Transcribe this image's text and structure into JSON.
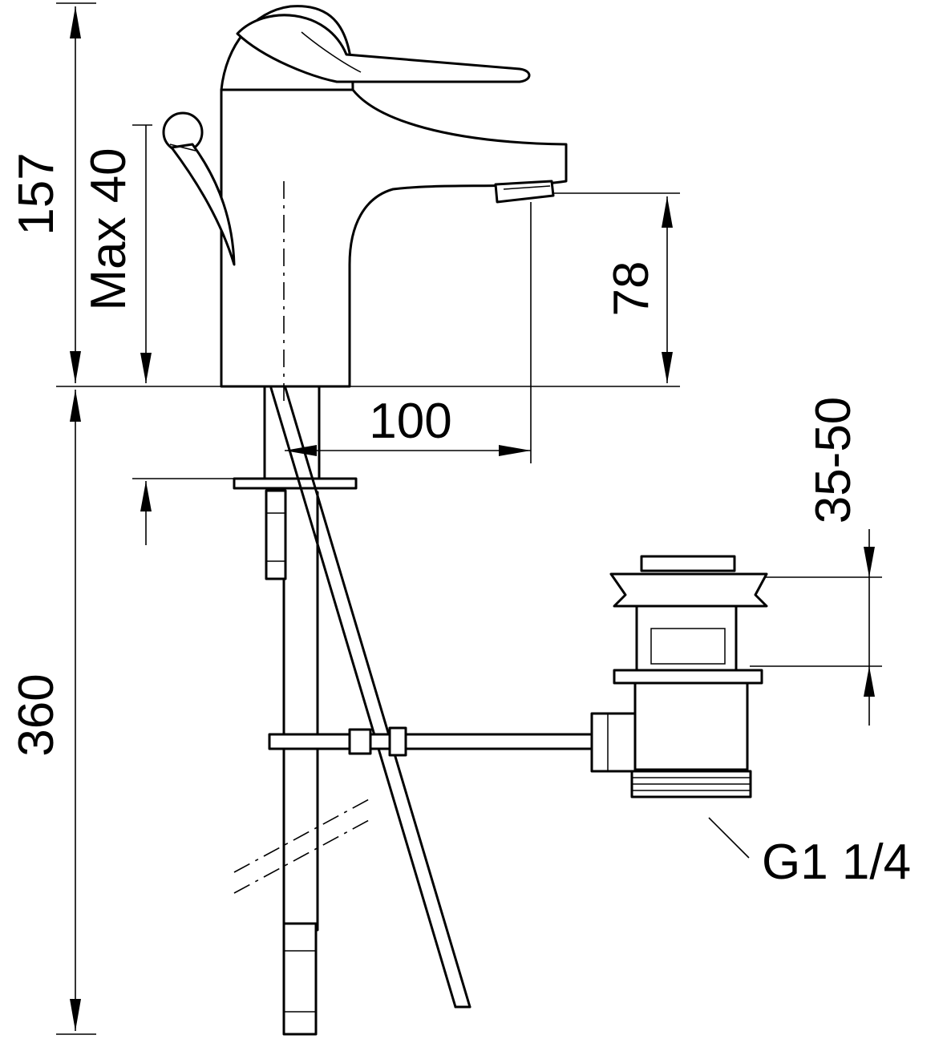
{
  "dimensions": {
    "overall_height_top": "157",
    "max_counter_thickness": "Max 40",
    "spout_height": "78",
    "spout_reach": "100",
    "waste_adjustment": "35-50",
    "below_counter_length": "360",
    "waste_thread": "G1 1/4"
  },
  "colors": {
    "line": "#000000",
    "background": "#ffffff"
  }
}
